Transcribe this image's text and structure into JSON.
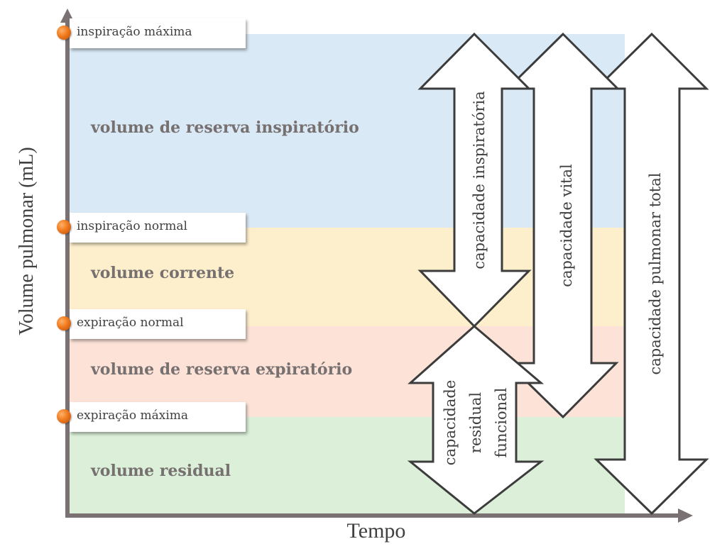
{
  "title": "Volumes e capacidades pulmonares",
  "axes": {
    "y_label": "Volume pulmonar (mL)",
    "x_label": "Tempo"
  },
  "levels": [
    {
      "label": "inspiração máxima"
    },
    {
      "label": "inspiração normal"
    },
    {
      "label": "expiração normal"
    },
    {
      "label": "expiração máxima"
    }
  ],
  "volumes": [
    {
      "label": "volume de reserva inspiratório",
      "color": "#d9e9f5"
    },
    {
      "label": "volume corrente",
      "color": "#fdefcc"
    },
    {
      "label": "volume de reserva expiratório",
      "color": "#fde3d7"
    },
    {
      "label": "volume residual",
      "color": "#dbefd9"
    }
  ],
  "capacities": [
    {
      "label": "capacidade inspiratória",
      "from_level": "inspiração máxima",
      "to_level": "expiração normal"
    },
    {
      "label": "capacidade vital",
      "from_level": "inspiração máxima",
      "to_level": "expiração máxima"
    },
    {
      "label": "capacidade pulmonar total",
      "from_level": "inspiração máxima",
      "to_level": "zero"
    },
    {
      "label_lines": [
        "capacidade",
        "residual",
        "funcional"
      ],
      "from_level": "expiração normal",
      "to_level": "zero"
    }
  ],
  "colors": {
    "axis": "#7a7272",
    "arrow_stroke": "#3c3c3c",
    "marker": "#f07a1e",
    "band_text": "#777070"
  }
}
